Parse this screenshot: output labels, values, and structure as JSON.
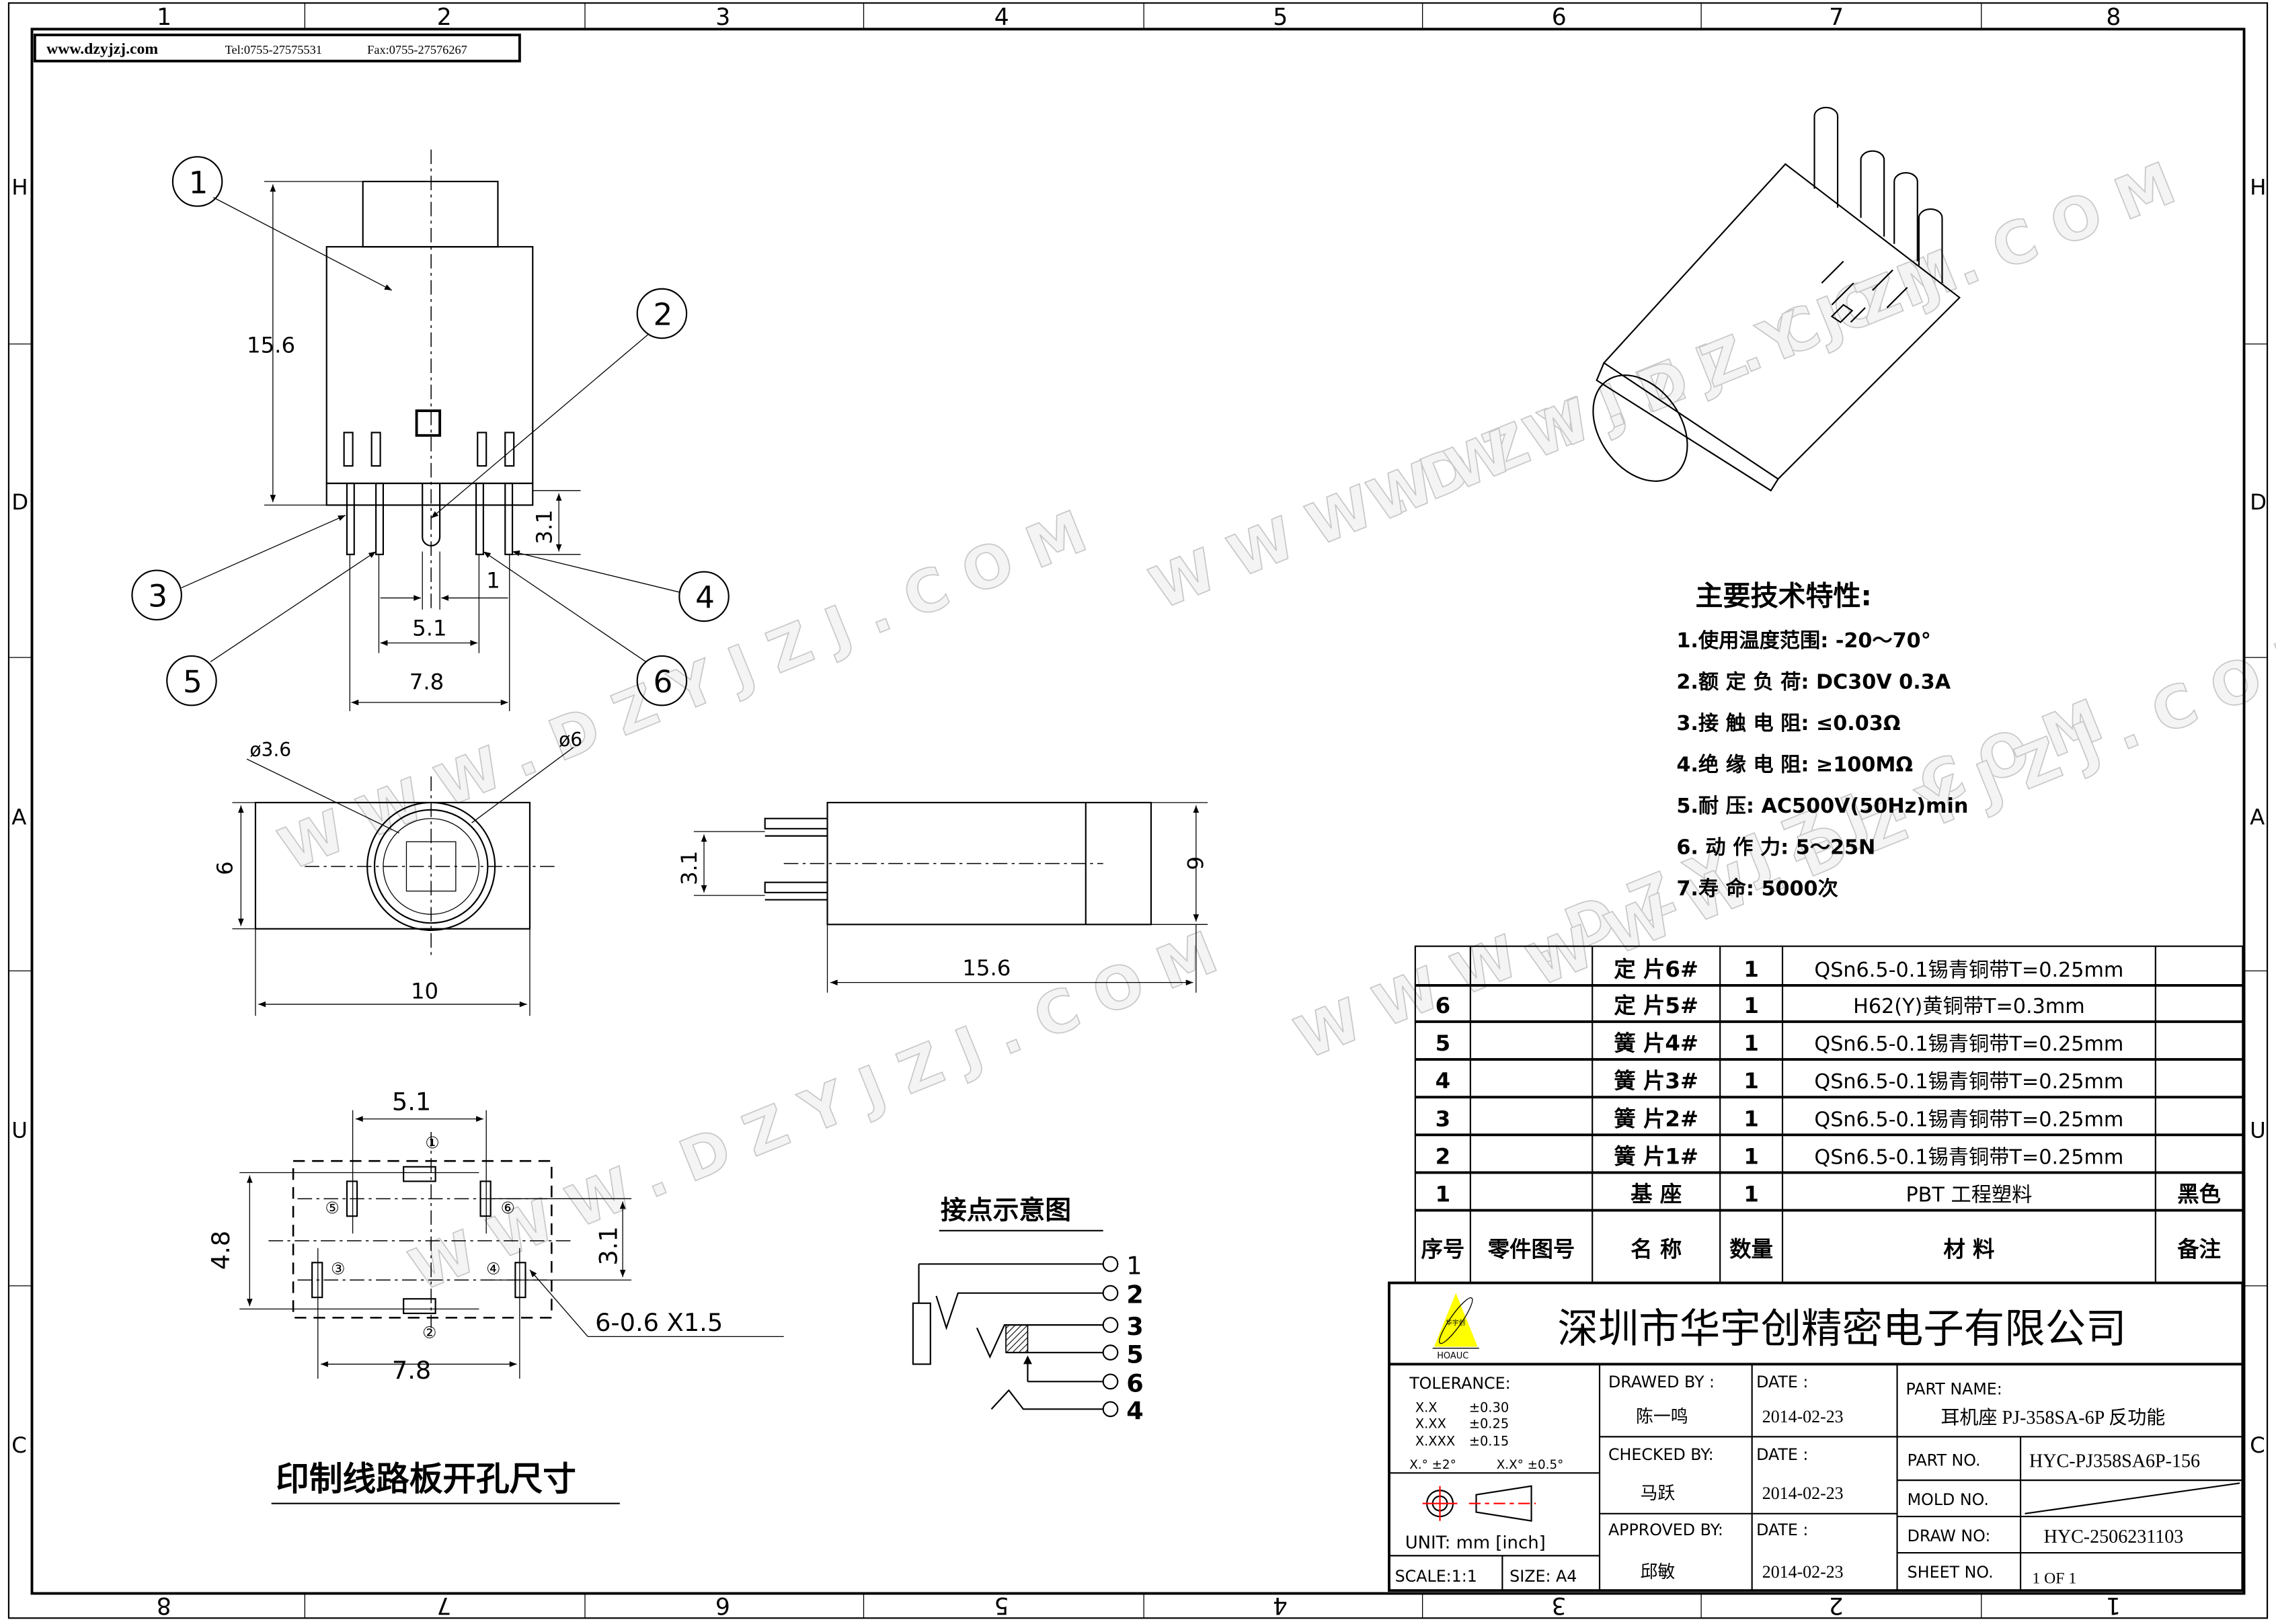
{
  "header": {
    "website": "www.dzyjzj.com",
    "tel": "Tel:0755-27575531",
    "fax": "Fax:0755-27576267"
  },
  "frame": {
    "col_numbers": [
      "1",
      "2",
      "3",
      "4",
      "5",
      "6",
      "7",
      "8"
    ],
    "row_letters": [
      "H",
      "D",
      "A",
      "U",
      "C"
    ]
  },
  "watermark": "WWW.DZYJZJ.COM",
  "front_view": {
    "dim_height": "15.6",
    "dim_pin_len": "3.1",
    "dim_pitch_inner": "5.1",
    "dim_pin_offset": "1",
    "dim_pitch_outer": "7.8",
    "balloons": [
      "1",
      "2",
      "3",
      "4",
      "5",
      "6"
    ]
  },
  "bottom_view": {
    "dia_inner": "ø3.6",
    "dia_outer": "ø6",
    "dim_height": "6",
    "dim_width": "10"
  },
  "side_view": {
    "dim_pins": "3.1",
    "dim_height": "6",
    "dim_length": "15.6"
  },
  "pcb_layout": {
    "dim_top": "5.1",
    "dim_left": "4.8",
    "dim_right": "3.1",
    "dim_bottom": "7.8",
    "hole_note": "6-0.6 X1.5",
    "pin_labels": [
      "①",
      "②",
      "③",
      "④",
      "⑤",
      "⑥"
    ],
    "title": "印制线路板开孔尺寸"
  },
  "contact_diagram": {
    "title": "接点示意图",
    "terminals": [
      "1",
      "2",
      "3",
      "5",
      "6",
      "4"
    ]
  },
  "specs": {
    "title": "主要技术特性:",
    "items": [
      "1.使用温度范围: -20～70°",
      "2.额 定 负 荷:  DC30V 0.3A",
      "3.接 触 电 阻: ≤0.03Ω",
      "4.绝 缘 电 阻: ≥100MΩ",
      "5.耐          压: AC500V(50Hz)min",
      "6. 动   作   力: 5～25N",
      "7.寿          命: 5000次"
    ]
  },
  "parts_table": {
    "rows": [
      {
        "no": "",
        "drawing_no": "",
        "name": "定  片6#",
        "qty": "1",
        "material": "QSn6.5-0.1锡青铜带T=0.25mm",
        "remark": ""
      },
      {
        "no": "6",
        "drawing_no": "",
        "name": "定  片5#",
        "qty": "1",
        "material": "H62(Y)黄铜带T=0.3mm",
        "remark": ""
      },
      {
        "no": "5",
        "drawing_no": "",
        "name": "簧  片4#",
        "qty": "1",
        "material": "QSn6.5-0.1锡青铜带T=0.25mm",
        "remark": ""
      },
      {
        "no": "4",
        "drawing_no": "",
        "name": "簧  片3#",
        "qty": "1",
        "material": "QSn6.5-0.1锡青铜带T=0.25mm",
        "remark": ""
      },
      {
        "no": "3",
        "drawing_no": "",
        "name": "簧  片2#",
        "qty": "1",
        "material": "QSn6.5-0.1锡青铜带T=0.25mm",
        "remark": ""
      },
      {
        "no": "2",
        "drawing_no": "",
        "name": "簧  片1#",
        "qty": "1",
        "material": "QSn6.5-0.1锡青铜带T=0.25mm",
        "remark": ""
      },
      {
        "no": "1",
        "drawing_no": "",
        "name": "基  座",
        "qty": "1",
        "material": "PBT 工程塑料",
        "remark": "黑色"
      }
    ],
    "headers": {
      "no": "序号",
      "drawing_no": "零件图号",
      "name": "名   称",
      "qty": "数量",
      "material": "材        料",
      "remark": "备注"
    }
  },
  "title_block": {
    "logo_cn": "华宇创",
    "logo_en": "HOAUC",
    "company": "深圳市华宇创精密电子有限公司",
    "tolerance_label": "TOLERANCE:",
    "tolerances": [
      [
        "X.X",
        "±0.30"
      ],
      [
        "X.XX",
        "±0.25"
      ],
      [
        "X.XXX",
        "±0.15"
      ]
    ],
    "angle_tol": [
      "X.° ±2°",
      "X.X° ±0.5°"
    ],
    "unit": "UNIT:  mm  [inch]",
    "scale": "SCALE:1:1",
    "size": "SIZE:  A4",
    "drawn_by_label": "DRAWED  BY :",
    "drawn_by": "陈一鸣",
    "checked_by_label": "CHECKED  BY:",
    "checked_by": "马跃",
    "approved_by_label": "APPROVED  BY:",
    "approved_by": "邱敏",
    "date_label": "DATE :",
    "drawn_date": "2014-02-23",
    "checked_date": "2014-02-23",
    "approved_date": "2014-02-23",
    "part_name_label": "PART  NAME:",
    "part_name": "耳机座 PJ-358SA-6P 反功能",
    "part_no_label": "PART  NO.",
    "part_no": "HYC-PJ358SA6P-156",
    "mold_no_label": "MOLD  NO.",
    "draw_no_label": "DRAW  NO:",
    "draw_no": "HYC-2506231103",
    "sheet_no_label": "SHEET  NO.",
    "sheet_no": "1  OF  1",
    "logo_color": "#ffff00",
    "symbol_color": "#ff0000"
  }
}
